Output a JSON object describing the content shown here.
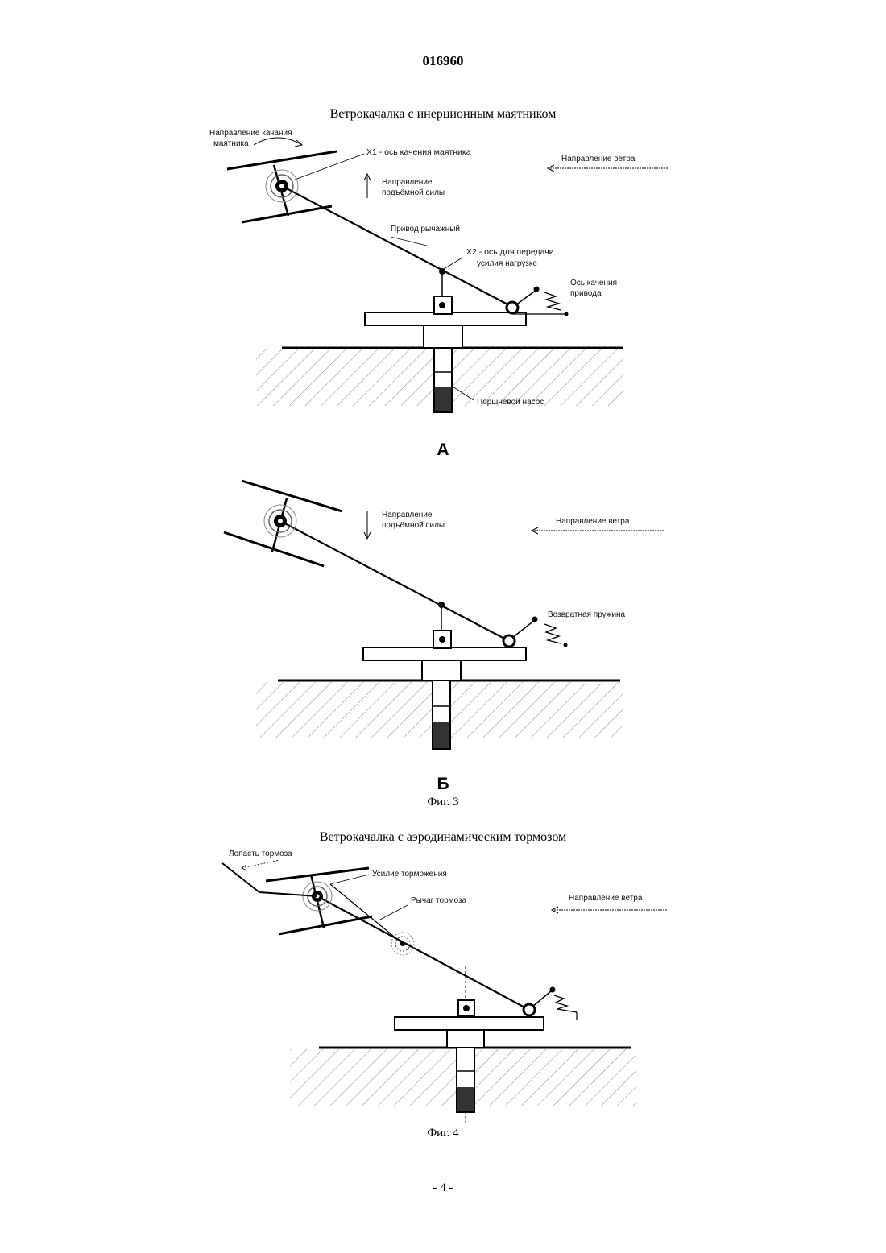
{
  "header": {
    "doc_number": "016960"
  },
  "fig3": {
    "title": "Ветрокачалка с инерционным маятником",
    "caption": "Фиг. 3",
    "panel_a": {
      "label": "А",
      "pendulum_direction_line1": "Направление качания",
      "pendulum_direction_line2": "маятника",
      "x1_axis": "X1 - ось качения маятника",
      "wind_direction": "Направление ветра",
      "lift_direction_line1": "Направление",
      "lift_direction_line2": "подъёмной силы",
      "lever_drive": "Привод рычажный",
      "x2_axis_line1": "X2 - ось для передачи",
      "x2_axis_line2": "усилия нагрузке",
      "drive_axis_line1": "Ось качения",
      "drive_axis_line2": "привода",
      "piston_pump": "Поршневой насос"
    },
    "panel_b": {
      "label": "Б",
      "lift_direction_line1": "Направление",
      "lift_direction_line2": "подъёмной силы",
      "wind_direction": "Направление ветра",
      "return_spring": "Возвратная пружина"
    }
  },
  "fig4": {
    "title": "Ветрокачалка с аэродинамическим тормозом",
    "caption": "Фиг. 4",
    "brake_blade": "Лопасть тормоза",
    "braking_force": "Усилие торможения",
    "brake_lever": "Рычаг тормоза",
    "wind_direction": "Направление ветра"
  },
  "footer": {
    "page_label": "- 4 -"
  }
}
